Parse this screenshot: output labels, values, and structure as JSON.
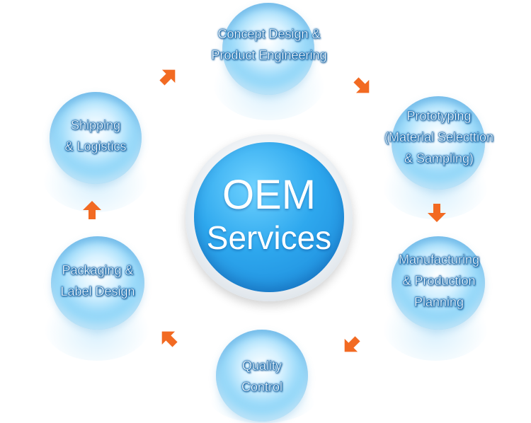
{
  "center": {
    "line1": "OEM",
    "line2": "Services"
  },
  "nodes": {
    "concept": {
      "lines": [
        "Concept Design &",
        "Product Engineering"
      ]
    },
    "prototyping": {
      "lines": [
        "Prototyping",
        "(Material Selecttion",
        "& Sampling)"
      ]
    },
    "manufacturing": {
      "lines": [
        "Manufacturing",
        "& Production",
        "Planning"
      ]
    },
    "quality": {
      "lines": [
        "Quality",
        "Control"
      ]
    },
    "packaging": {
      "lines": [
        "Packaging &",
        "Label Design"
      ]
    },
    "shipping": {
      "lines": [
        "Shipping",
        "& Logistics"
      ]
    }
  },
  "colors": {
    "arrow": "#f26a22",
    "center": "#2ea8ee",
    "node_edge": "#2fa3e3",
    "label_stroke": "#1b6cae"
  }
}
